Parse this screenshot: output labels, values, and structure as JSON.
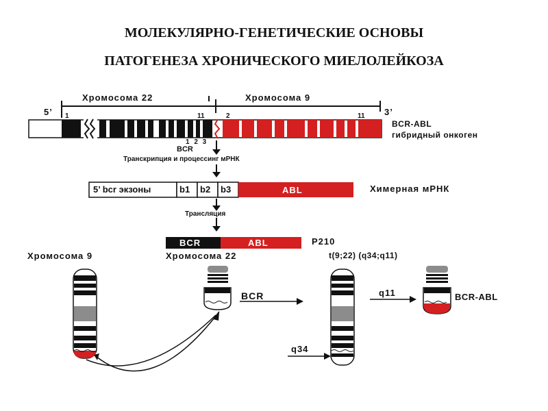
{
  "title": {
    "line1": "МОЛЕКУЛЯРНО-ГЕНЕТИЧЕСКИЕ ОСНОВЫ",
    "line2": "ПАТОГЕНЕЗА ХРОНИЧЕСКОГО МИЕЛОЛЕЙКОЗА"
  },
  "gene_map": {
    "chromosome22_label": "Хромосома 22",
    "chromosome9_label": "Хромосома 9",
    "five_prime": "5’",
    "three_prime": "3’",
    "marker_1": "1",
    "marker_11_left": "11",
    "marker_2": "2",
    "marker_11_right": "11",
    "exon_numbers": "1 2 3",
    "bcr_label": "BCR",
    "fusion_line1": "BCR-ABL",
    "fusion_line2": "гибридный онкоген",
    "transcription_label": "Транскрипция и процессинг мРНК"
  },
  "mrna": {
    "exons_label": "5’ bcr экзоны",
    "b1": "b1",
    "b2": "b2",
    "b3": "b3",
    "abl": "ABL",
    "caption": "Химерная мРНК",
    "translation_label": "Трансляция"
  },
  "protein": {
    "bcr": "BCR",
    "abl": "ABL",
    "name": "P210"
  },
  "translocation": {
    "chr9_label": "Хромосома 9",
    "chr22_label": "Хромосома 22",
    "formula": "t(9;22) (q34;q11)",
    "bcr_arrow_label": "BCR",
    "q11_label": "q11",
    "q34_label": "q34",
    "bcr_abl_label": "BCR-ABL"
  },
  "colors": {
    "red": "#d42020",
    "black": "#111111",
    "gray": "#8c8c8c"
  }
}
